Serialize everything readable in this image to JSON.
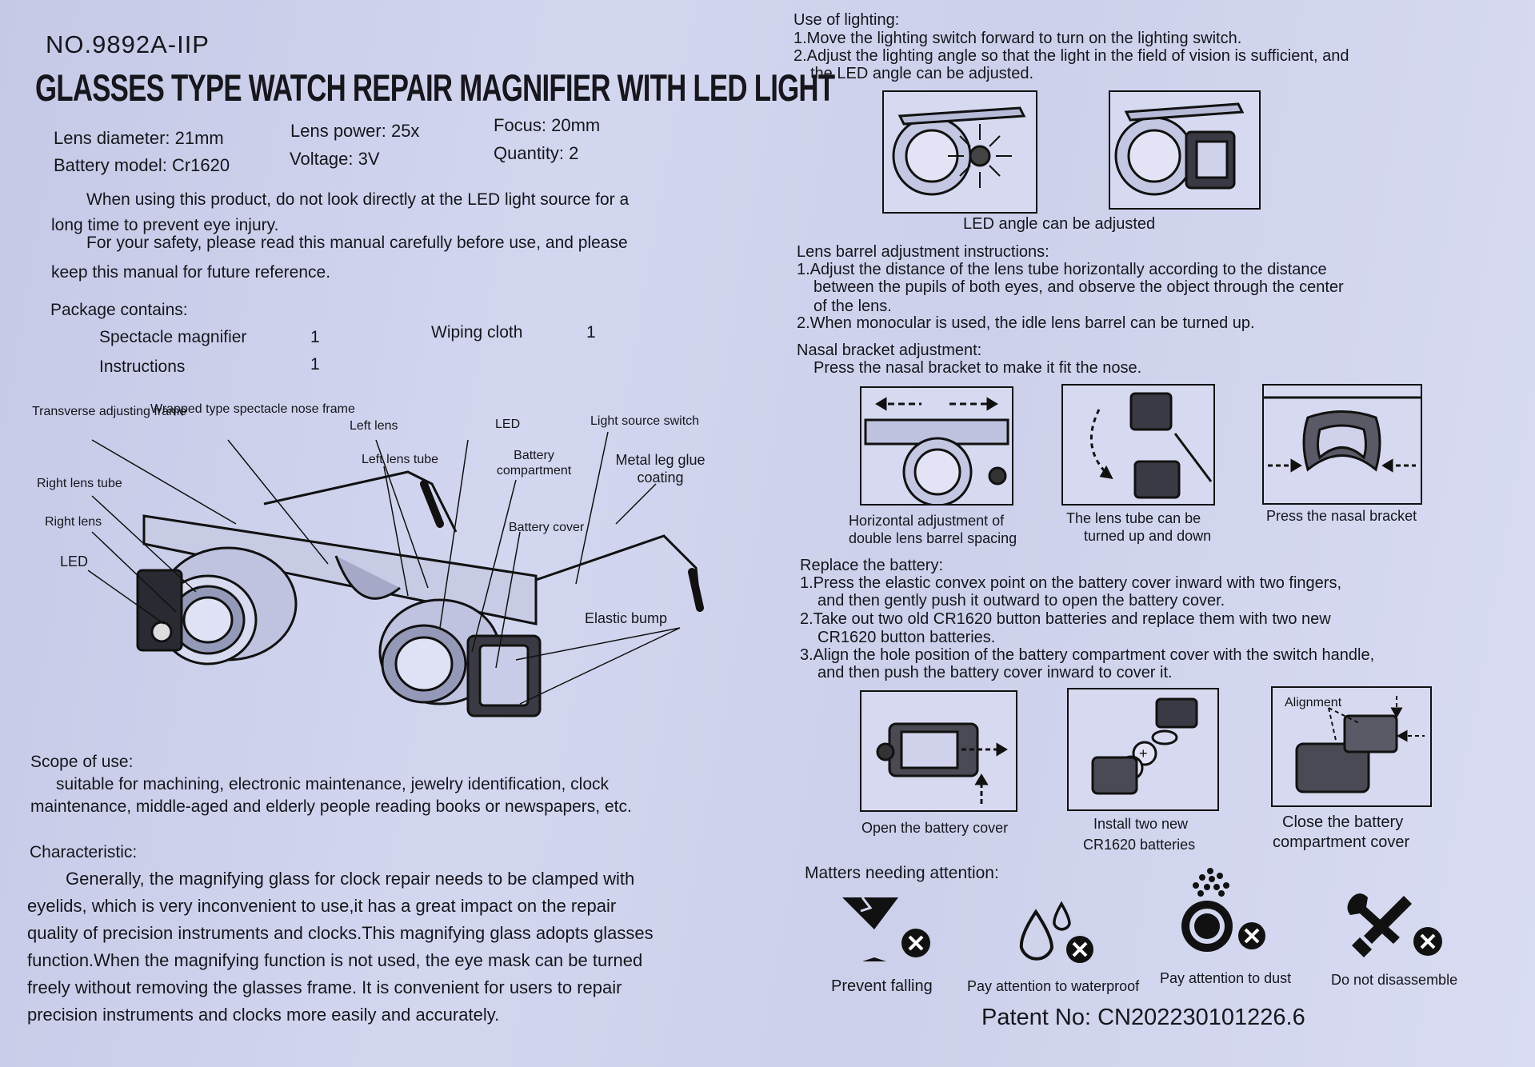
{
  "left": {
    "model": "NO.9892A-IIP",
    "title": "GLASSES TYPE WATCH REPAIR MAGNIFIER WITH LED LIGHT",
    "specs": {
      "lens_diameter": "Lens diameter: 21mm",
      "lens_power": "Lens power: 25x",
      "focus": "Focus: 20mm",
      "battery_model": "Battery model: Cr1620",
      "voltage": "Voltage: 3V",
      "quantity": "Quantity: 2"
    },
    "warning_1": "When using this product, do not look directly at the LED light source for a",
    "warning_1b": "long time to prevent eye injury.",
    "warning_2": "For your safety, please read this manual carefully before use, and please",
    "warning_2b": "keep this manual for future reference.",
    "package": {
      "heading": "Package contains:",
      "items": [
        {
          "name": "Spectacle magnifier",
          "qty": "1"
        },
        {
          "name": "Wiping cloth",
          "qty": "1"
        },
        {
          "name": "Instructions",
          "qty": "1"
        }
      ]
    },
    "diagram_labels": {
      "transverse": "Transverse adjusting frame",
      "wrapped": "Wrapped type spectacle nose frame",
      "left_lens": "Left lens",
      "led_top": "LED",
      "light_switch": "Light source switch",
      "left_lens_tube": "Left lens tube",
      "battery_compartment": "Battery compartment",
      "metal_leg": "Metal leg glue coating",
      "right_lens_tube": "Right lens tube",
      "right_lens": "Right lens",
      "led_left": "LED",
      "battery_cover": "Battery cover",
      "elastic_bump": "Elastic bump"
    },
    "scope": {
      "heading": "Scope of use:",
      "line1": "suitable for machining, electronic maintenance, jewelry identification, clock",
      "line2": "maintenance, middle-aged and elderly people reading books or newspapers, etc."
    },
    "characteristic": {
      "heading": "Characteristic:",
      "lines": [
        "Generally, the magnifying glass for clock repair needs to be clamped with",
        "eyelids, which is very inconvenient to use,it has a great impact on the repair",
        "quality of precision instruments and clocks.This magnifying glass adopts glasses",
        "function.When the magnifying function is not used, the eye mask can be turned",
        "freely without removing the glasses frame. It is convenient for users to repair",
        "precision instruments and clocks more easily and accurately."
      ]
    }
  },
  "right": {
    "lighting": {
      "heading": "Use of lighting:",
      "step1": "1.Move the lighting switch forward to turn on the lighting switch.",
      "step2": "2.Adjust the lighting angle so that the light in the field of vision is sufficient, and",
      "step2b": "the LED angle can be adjusted.",
      "caption": "LED angle can be adjusted"
    },
    "lens_barrel": {
      "heading": "Lens barrel adjustment instructions:",
      "step1": "1.Adjust the distance of the lens tube horizontally according to the distance",
      "step1b": "between the pupils of both eyes, and observe the object through the center",
      "step1c": "of the lens.",
      "step2": "2.When monocular is used, the idle lens barrel can be turned up."
    },
    "nasal": {
      "heading": "Nasal bracket adjustment:",
      "text": "Press the nasal bracket to make it fit the nose.",
      "captions": [
        "Horizontal adjustment of double lens barrel spacing",
        "The lens tube can be turned up and down",
        "Press the nasal bracket"
      ],
      "captions_l1": [
        "Horizontal adjustment of",
        "The lens tube can be",
        "Press the nasal bracket"
      ],
      "captions_l2": [
        "double lens barrel spacing",
        "turned up and down",
        ""
      ]
    },
    "battery": {
      "heading": "Replace the battery:",
      "lines": [
        "1.Press the elastic convex point on the battery cover inward with two fingers,",
        "and then gently push it outward to open the battery cover.",
        "2.Take out two old CR1620 button batteries and replace them with two new",
        "CR1620 button batteries.",
        "3.Align the hole position of the battery compartment cover with the switch handle,",
        "and then push the battery cover inward to cover it."
      ],
      "alignment": "Alignment",
      "cap1": "Open the battery cover",
      "cap2a": "Install two new",
      "cap2b": "CR1620 batteries",
      "cap3a": "Close the battery",
      "cap3b": "compartment cover"
    },
    "attention": {
      "heading": "Matters needing attention:",
      "items": [
        "Prevent falling",
        "Pay attention to waterproof",
        "Pay attention to dust",
        "Do not disassemble"
      ]
    },
    "patent": "Patent No: CN202230101226.6"
  }
}
